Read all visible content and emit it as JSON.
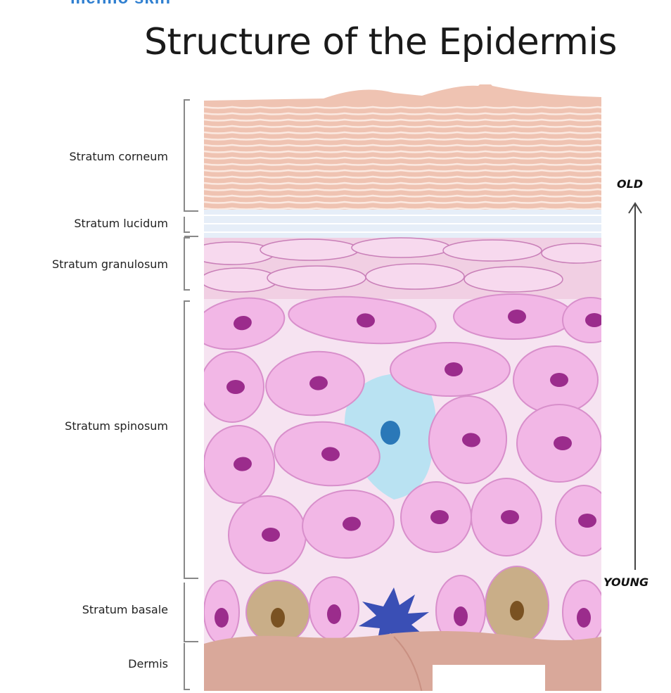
{
  "header_fragment": "menilo skin",
  "title": "Structure of the Epidermis",
  "layers": [
    {
      "id": "corneum",
      "label": "Stratum corneum"
    },
    {
      "id": "lucidum",
      "label": "Stratum lucidum"
    },
    {
      "id": "granulosum",
      "label": "Stratum granulosum"
    },
    {
      "id": "spinosum",
      "label": "Stratum spinosum"
    },
    {
      "id": "basale",
      "label": "Stratum basale"
    },
    {
      "id": "dermis",
      "label": "Dermis"
    }
  ],
  "age_axis": {
    "top_label": "OLD",
    "bottom_label": "YOUNG"
  },
  "colors": {
    "corneum": "#efc3b2",
    "corneum_line": "#fbe9e1",
    "lucidum": "#e6eef8",
    "granulosum": "#f1cfe3",
    "cell_fill": "#f2b7e6",
    "cell_stroke": "#d88fcb",
    "nucleus": "#9b2c8c",
    "langerhans": "#b9e2f2",
    "langerhans_nucleus": "#2a78b8",
    "melanocyte": "#3a4fb5",
    "basal_tan": "#c9ae88",
    "basal_tan_nucleus": "#7a5222",
    "dermis": "#d9a89a"
  }
}
